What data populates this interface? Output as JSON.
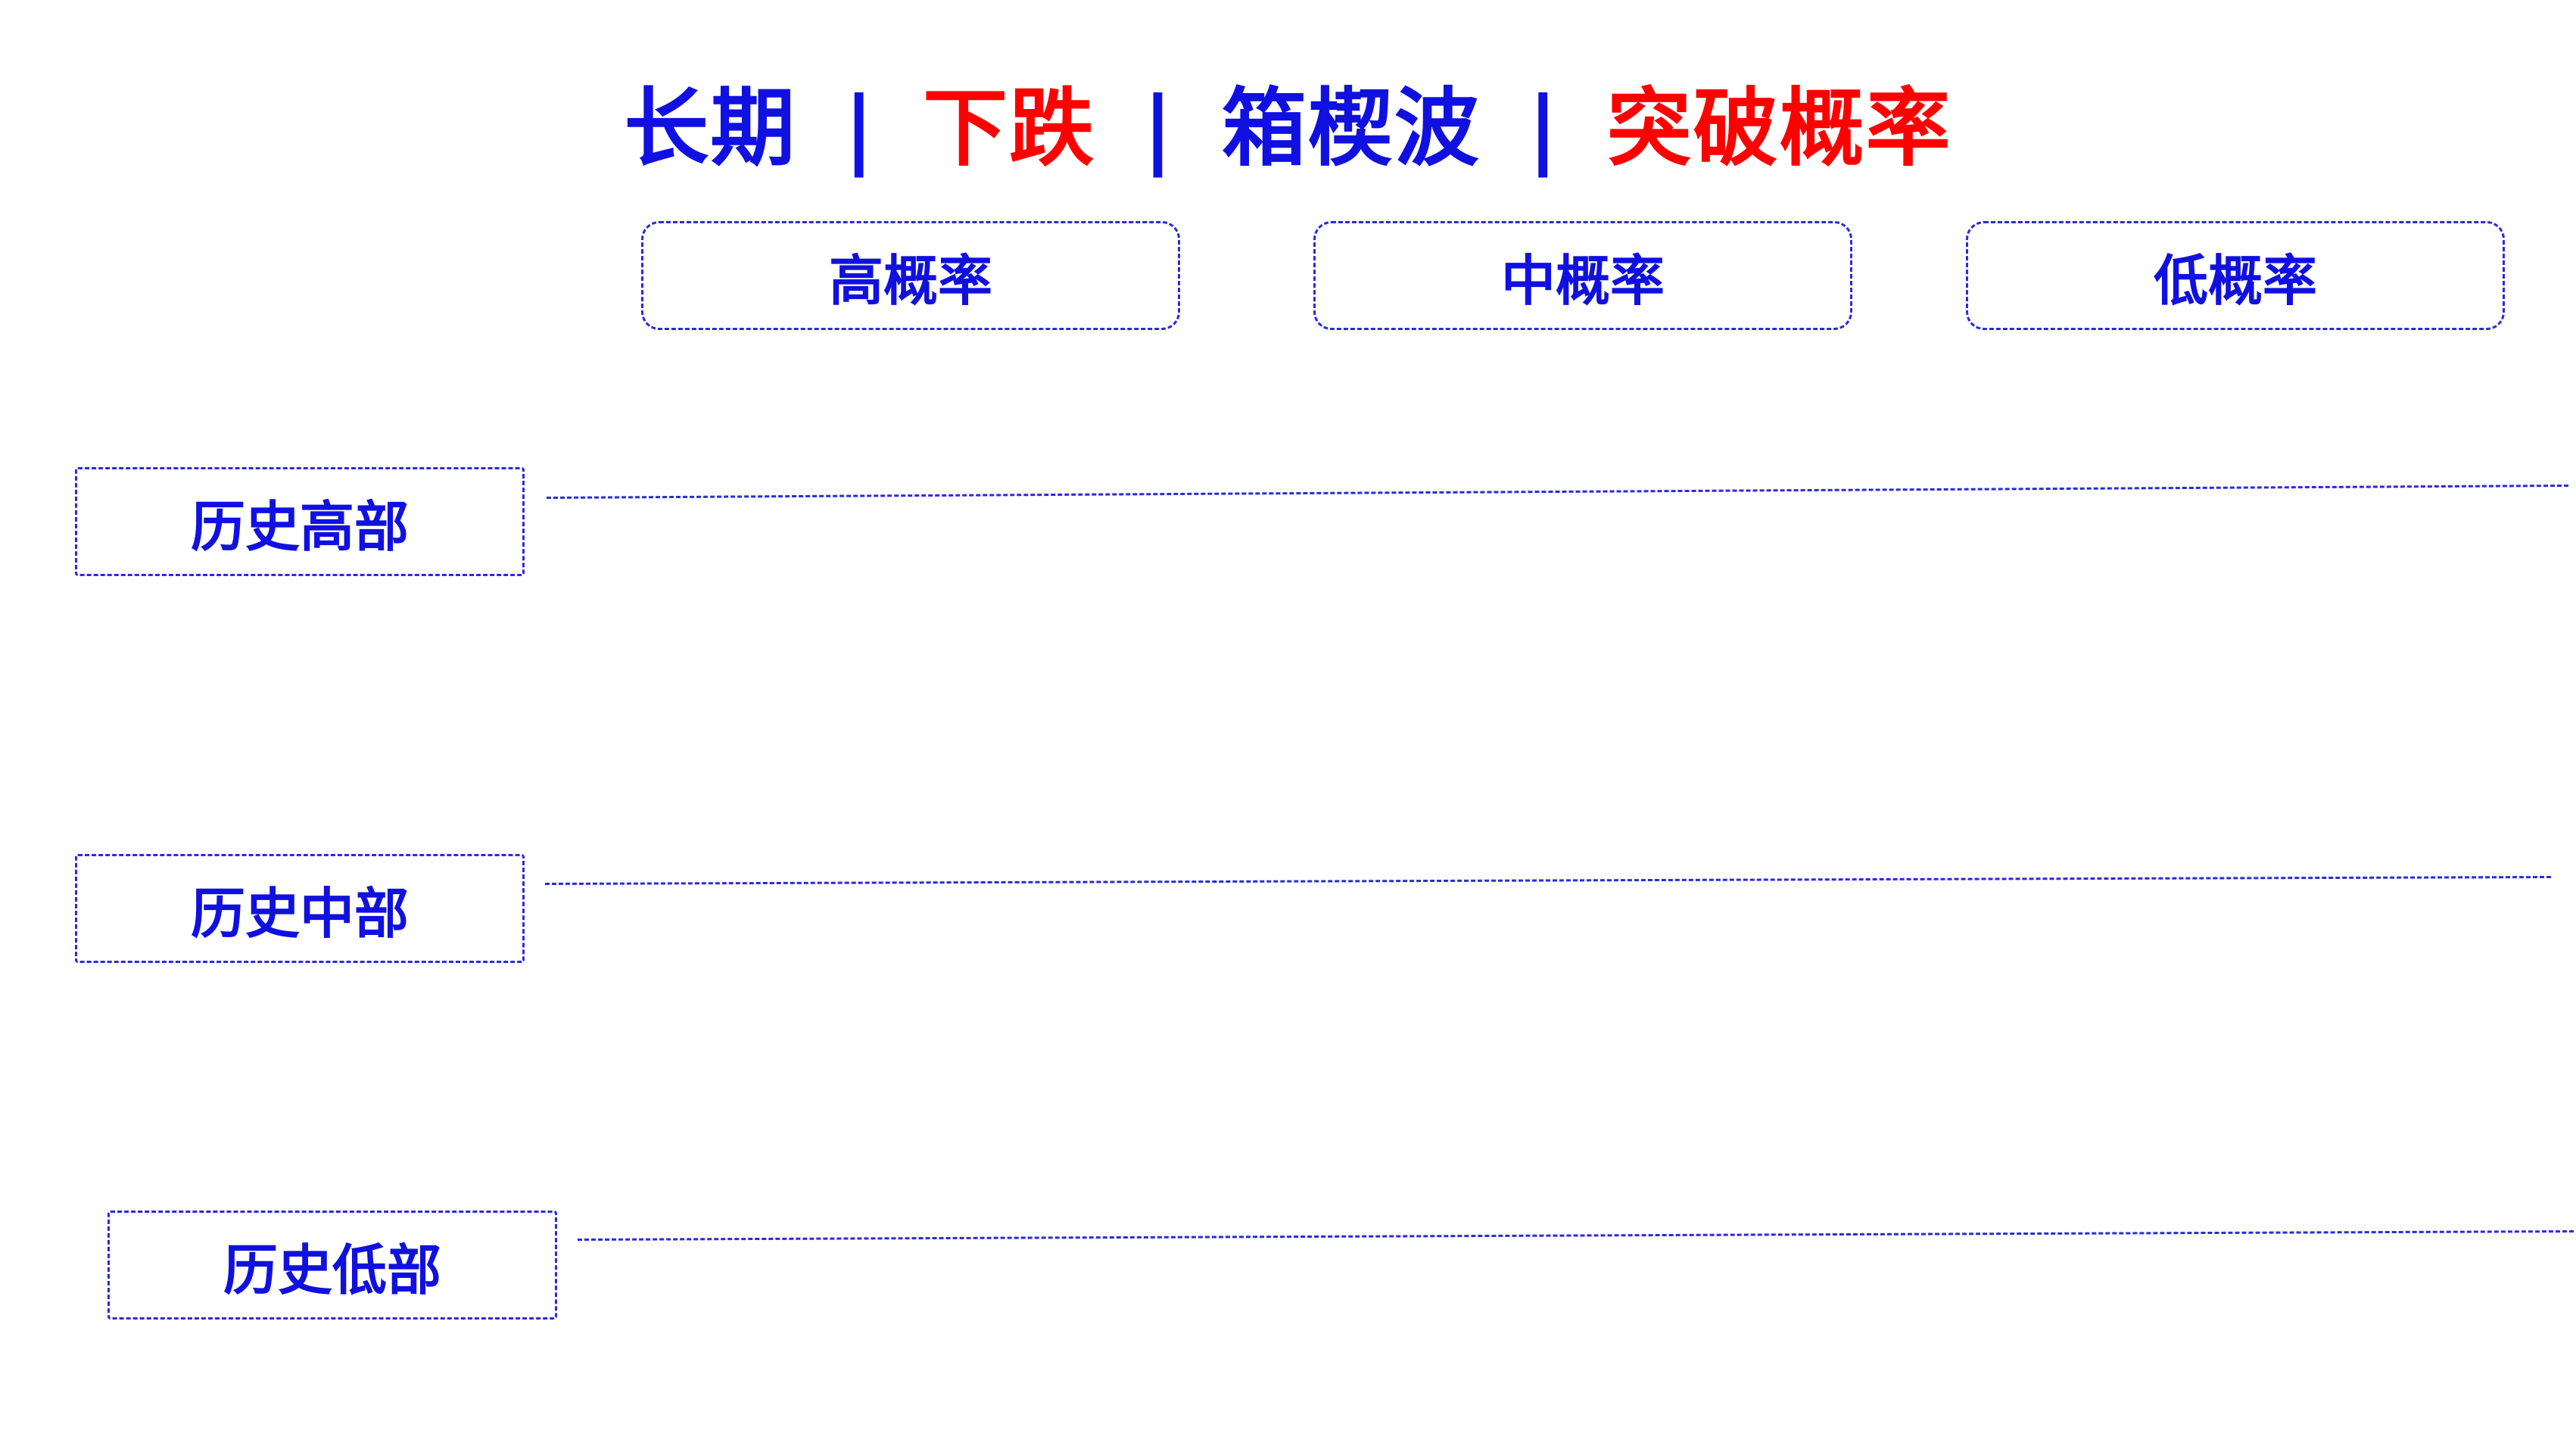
{
  "colors": {
    "blue": "#1010e0",
    "red": "#ff0000",
    "border": "#2a2ae0"
  },
  "title": {
    "segments": [
      {
        "text": "长期",
        "color": "blue"
      },
      {
        "text": "|",
        "color": "blue"
      },
      {
        "text": "下跌",
        "color": "red"
      },
      {
        "text": "|",
        "color": "blue"
      },
      {
        "text": "箱楔波",
        "color": "blue"
      },
      {
        "text": "|",
        "color": "blue"
      },
      {
        "text": "突破概率",
        "color": "red"
      }
    ]
  },
  "probability_headers": [
    "高概率",
    "中概率",
    "低概率"
  ],
  "levels": [
    "历史高部",
    "历史中部",
    "历史低部"
  ]
}
